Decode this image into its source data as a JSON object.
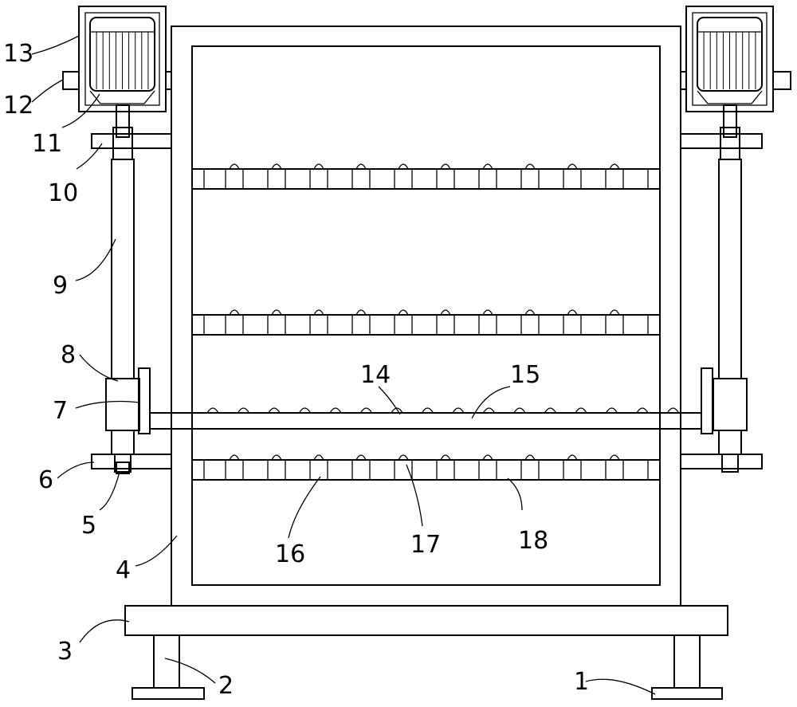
{
  "figure": {
    "labels": {
      "l1": "1",
      "l2": "2",
      "l3": "3",
      "l4": "4",
      "l5": "5",
      "l6": "6",
      "l7": "7",
      "l8": "8",
      "l9": "9",
      "l10": "10",
      "l11": "11",
      "l12": "12",
      "l13": "13",
      "l14": "14",
      "l15": "15",
      "l16": "16",
      "l17": "17",
      "l18": "18"
    }
  },
  "colors": {
    "line": "#000000",
    "background": "#ffffff"
  }
}
